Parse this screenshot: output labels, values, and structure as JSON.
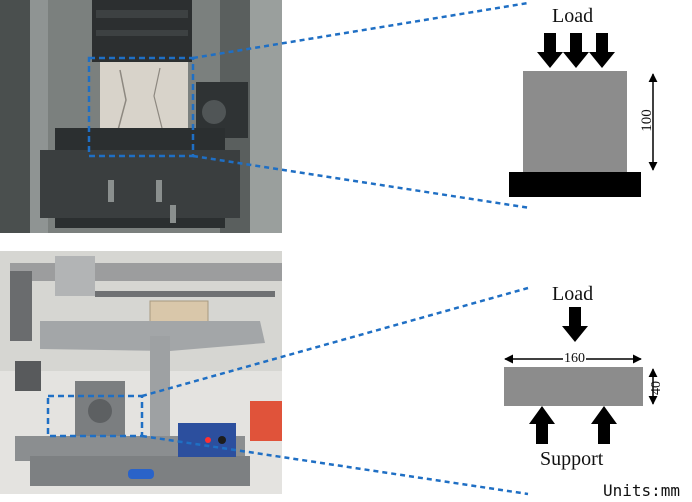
{
  "top_diagram": {
    "load_label": "Load",
    "dimension_label": "100"
  },
  "bottom_diagram": {
    "load_label": "Load",
    "width_label": "160",
    "height_label": "40",
    "support_label": "Support"
  },
  "units_label": "Units:mm",
  "colors": {
    "specimen_fill": "#8c8c8c",
    "base_fill": "#000000",
    "callout_line": "#1f6fc4"
  }
}
